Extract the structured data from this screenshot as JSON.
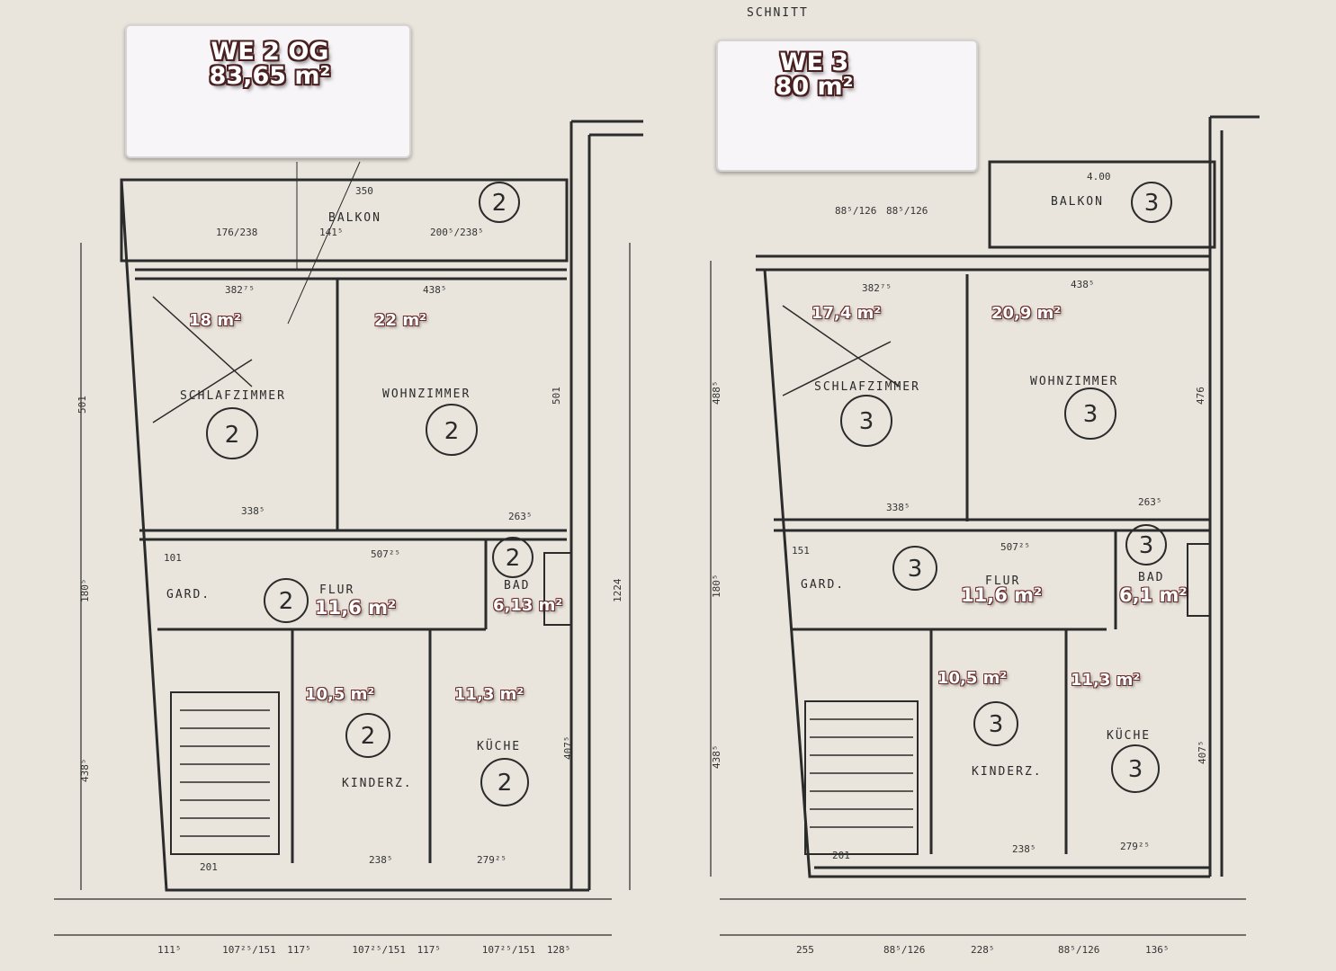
{
  "header": {
    "section_label": "SCHNITT"
  },
  "units": [
    {
      "title": "WE 2 OG",
      "total_area": "83,65 m²",
      "unit_number": "2",
      "rooms": {
        "balkon": "BALKON",
        "schlafzimmer": {
          "label": "SCHLAFZIMMER",
          "area": "18 m²"
        },
        "wohnzimmer": {
          "label": "WOHNZIMMER",
          "area": "22 m²"
        },
        "flur": {
          "label": "FLUR",
          "area": "11,6 m²"
        },
        "bad": {
          "label": "BAD",
          "area": "6,13 m²"
        },
        "kinderzimmer": {
          "label": "KINDERZ.",
          "area": "10,5 m²"
        },
        "kueche": {
          "label": "KÜCHE",
          "area": "11,3 m²"
        },
        "gard": "GARD."
      },
      "dimensions": {
        "balkon_top": "350",
        "balkon_a": "176/238",
        "balkon_b": "141⁵",
        "balkon_c": "200⁵/238⁵",
        "schlaf_width": "382⁷⁵",
        "wohn_width": "438⁵",
        "left_height": "501",
        "right_height": "501",
        "flur_a": "338⁵",
        "flur_b": "507²⁵",
        "flur_c": "263⁵",
        "gard_w": "101",
        "flur_h": "180⁵",
        "total_h": "1224",
        "bottom_h": "438⁵",
        "kueche_h": "407⁵",
        "bottom_a": "201",
        "bottom_b": "238⁵",
        "bottom_c": "279²⁵",
        "base": [
          "111⁵",
          "107²⁵/151",
          "117⁵",
          "107²⁵/151",
          "117⁵",
          "107²⁵/151",
          "128⁵"
        ]
      }
    },
    {
      "title": "WE 3",
      "total_area": "80 m²",
      "unit_number": "3",
      "rooms": {
        "balkon": "BALKON",
        "schlafzimmer": {
          "label": "SCHLAFZIMMER",
          "area": "17,4 m²"
        },
        "wohnzimmer": {
          "label": "WOHNZIMMER",
          "area": "20,9 m²"
        },
        "flur": {
          "label": "FLUR",
          "area": "11,6 m²"
        },
        "bad": {
          "label": "BAD",
          "area": "6,1 m²"
        },
        "kinderzimmer": {
          "label": "KINDERZ.",
          "area": "10,5 m²"
        },
        "kueche": {
          "label": "KÜCHE",
          "area": "11,3 m²"
        },
        "gard": "GARD."
      },
      "dimensions": {
        "balkon_top": "4.00",
        "win_a": "88⁵/126",
        "win_b": "88⁵/126",
        "schlaf_width": "382⁷⁵",
        "wohn_width": "438⁵",
        "left_height": "488⁵",
        "right_height": "476",
        "flur_a": "338⁵",
        "flur_b": "507²⁵",
        "flur_c": "263⁵",
        "gard_w": "151",
        "flur_h": "180⁵",
        "bottom_h": "438⁵",
        "kueche_h": "407⁵",
        "bottom_a": "201",
        "bottom_b": "238⁵",
        "bottom_c": "279²⁵",
        "base": [
          "255",
          "88⁵/126",
          "228⁵",
          "88⁵/126",
          "136⁵"
        ]
      }
    }
  ]
}
